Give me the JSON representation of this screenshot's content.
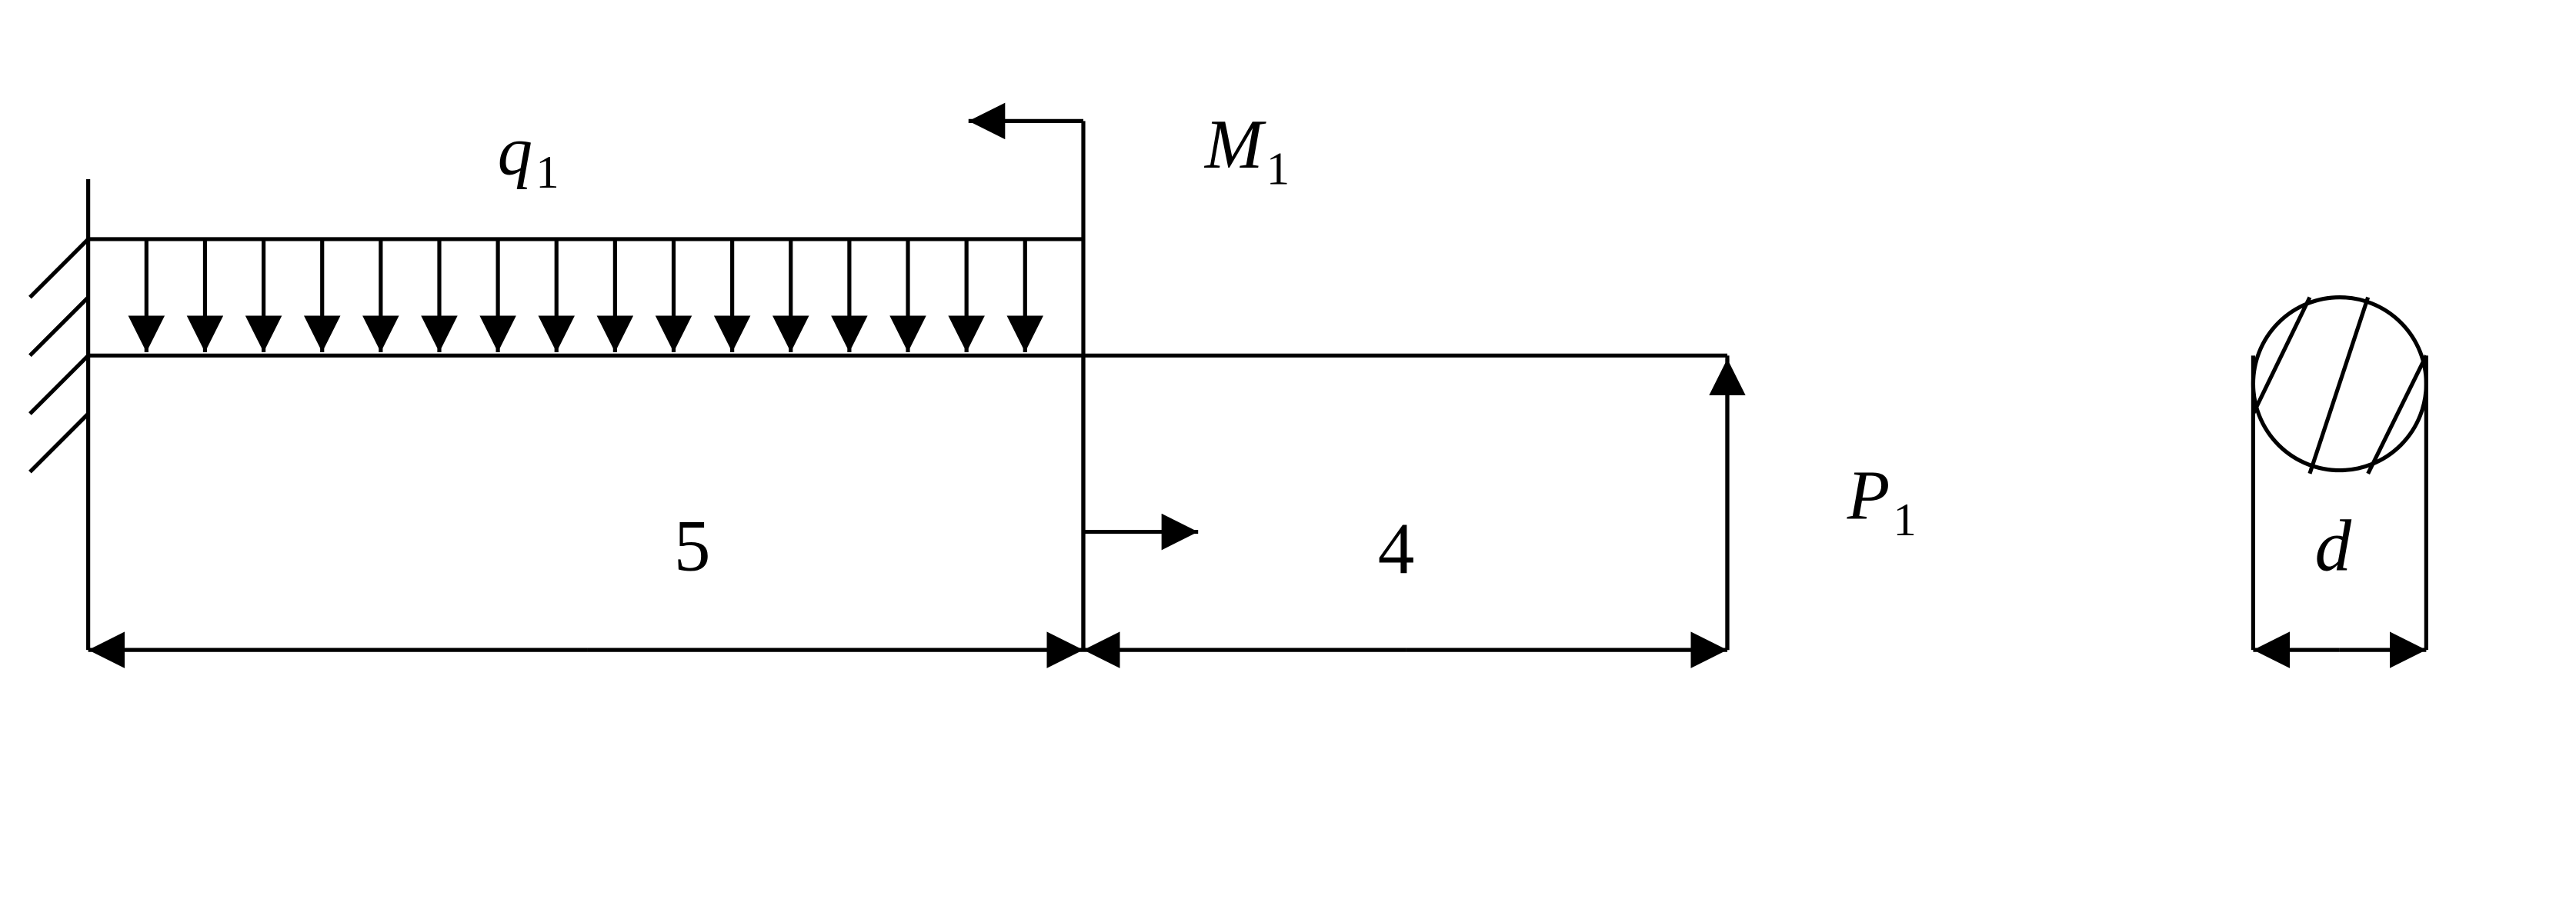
{
  "labels": {
    "q": {
      "main": "q",
      "sub": "1"
    },
    "m": {
      "main": "M",
      "sub": "1"
    },
    "p": {
      "main": "P",
      "sub": "1"
    },
    "d": "d"
  },
  "dimensions": {
    "span_left": "5",
    "span_right": "4"
  },
  "colors": {
    "ink": "#000000",
    "background": "#ffffff"
  }
}
